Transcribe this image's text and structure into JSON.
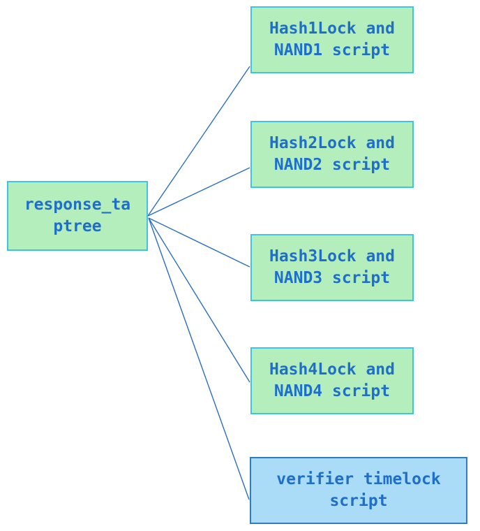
{
  "diagram": {
    "type": "tree",
    "orientation": "left-to-right",
    "background_color": "#ffffff",
    "edge_color": "#2a6fc4",
    "root": {
      "id": "response_taptree",
      "label": "response_ta\nptree",
      "label_text": "response_taptree",
      "fill_color": "#b3eebc",
      "border_color": "#3cc4e0",
      "text_color": "#1f6fc8"
    },
    "leaves": [
      {
        "id": "hash1lock_nand1",
        "label": "Hash1Lock and\nNAND1 script",
        "fill_color": "#b3eebc",
        "border_color": "#3cc4e0",
        "text_color": "#1f6fc8"
      },
      {
        "id": "hash2lock_nand2",
        "label": "Hash2Lock and\nNAND2 script",
        "fill_color": "#b3eebc",
        "border_color": "#3cc4e0",
        "text_color": "#1f6fc8"
      },
      {
        "id": "hash3lock_nand3",
        "label": "Hash3Lock and\nNAND3 script",
        "fill_color": "#b3eebc",
        "border_color": "#3cc4e0",
        "text_color": "#1f6fc8"
      },
      {
        "id": "hash4lock_nand4",
        "label": "Hash4Lock and\nNAND4 script",
        "fill_color": "#b3eebc",
        "border_color": "#3cc4e0",
        "text_color": "#1f6fc8"
      },
      {
        "id": "verifier_timelock",
        "label": "verifier timelock\nscript",
        "fill_color": "#aadcf8",
        "border_color": "#2e7ebf",
        "text_color": "#1f6fc8"
      }
    ],
    "edges": [
      {
        "from": "response_taptree",
        "to": "hash1lock_nand1"
      },
      {
        "from": "response_taptree",
        "to": "hash2lock_nand2"
      },
      {
        "from": "response_taptree",
        "to": "hash3lock_nand3"
      },
      {
        "from": "response_taptree",
        "to": "hash4lock_nand4"
      },
      {
        "from": "response_taptree",
        "to": "verifier_timelock"
      }
    ]
  }
}
